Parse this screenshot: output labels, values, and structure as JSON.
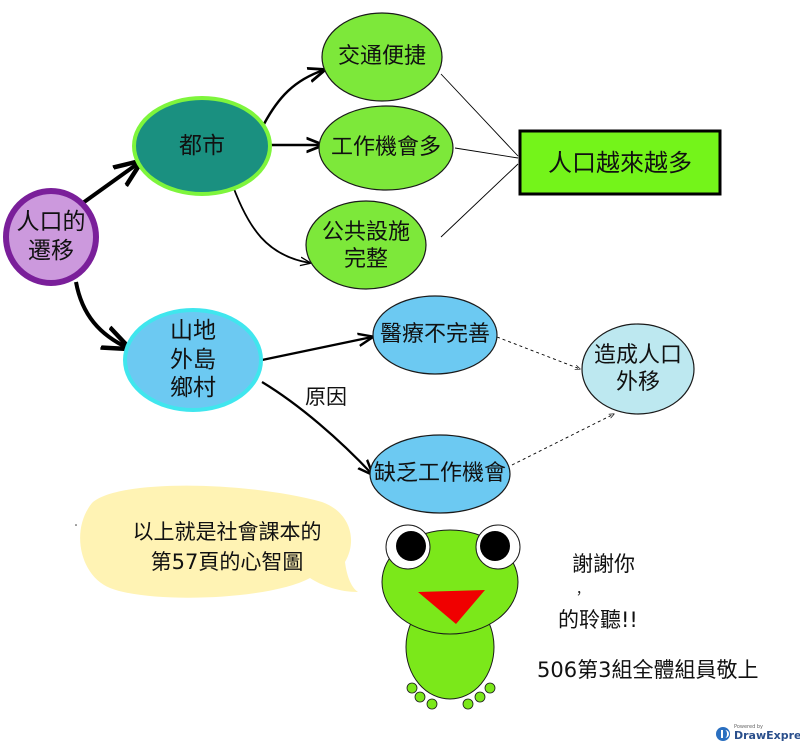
{
  "colors": {
    "teal": "#1a9080",
    "teal_border": "#7ef53c",
    "green": "#7de83a",
    "purple_fill": "#cc99dd",
    "purple_border": "#7a1f9a",
    "blue": "#6cc9f2",
    "blue_border": "#40e6ee",
    "light_blue": "#bde8f0",
    "lime": "#74f41a",
    "bubble": "#fff3b4",
    "frog": "#7be81a"
  },
  "nodes": {
    "migration": "人口的\n遷移",
    "city": "都市",
    "transport": "交通便捷",
    "jobs_many": "工作機會多",
    "public": "公共設施\n完整",
    "more_people": "人口越來越多",
    "rural": "山地\n外島\n鄉村",
    "medical": "醫療不完善",
    "lack_jobs": "缺乏工作機會",
    "outflow": "造成人口\n外移"
  },
  "labels": {
    "reason": "原因"
  },
  "bubble": {
    "text": "以上就是社會課本的\n第57頁的心智圖"
  },
  "footer": {
    "thanks": "謝謝你",
    "comma": "，",
    "listening": "的聆聽!!",
    "credits": "506第3組全體組員敬上"
  },
  "watermark": {
    "powered": "Powered by",
    "brand": "DrawExpress"
  }
}
